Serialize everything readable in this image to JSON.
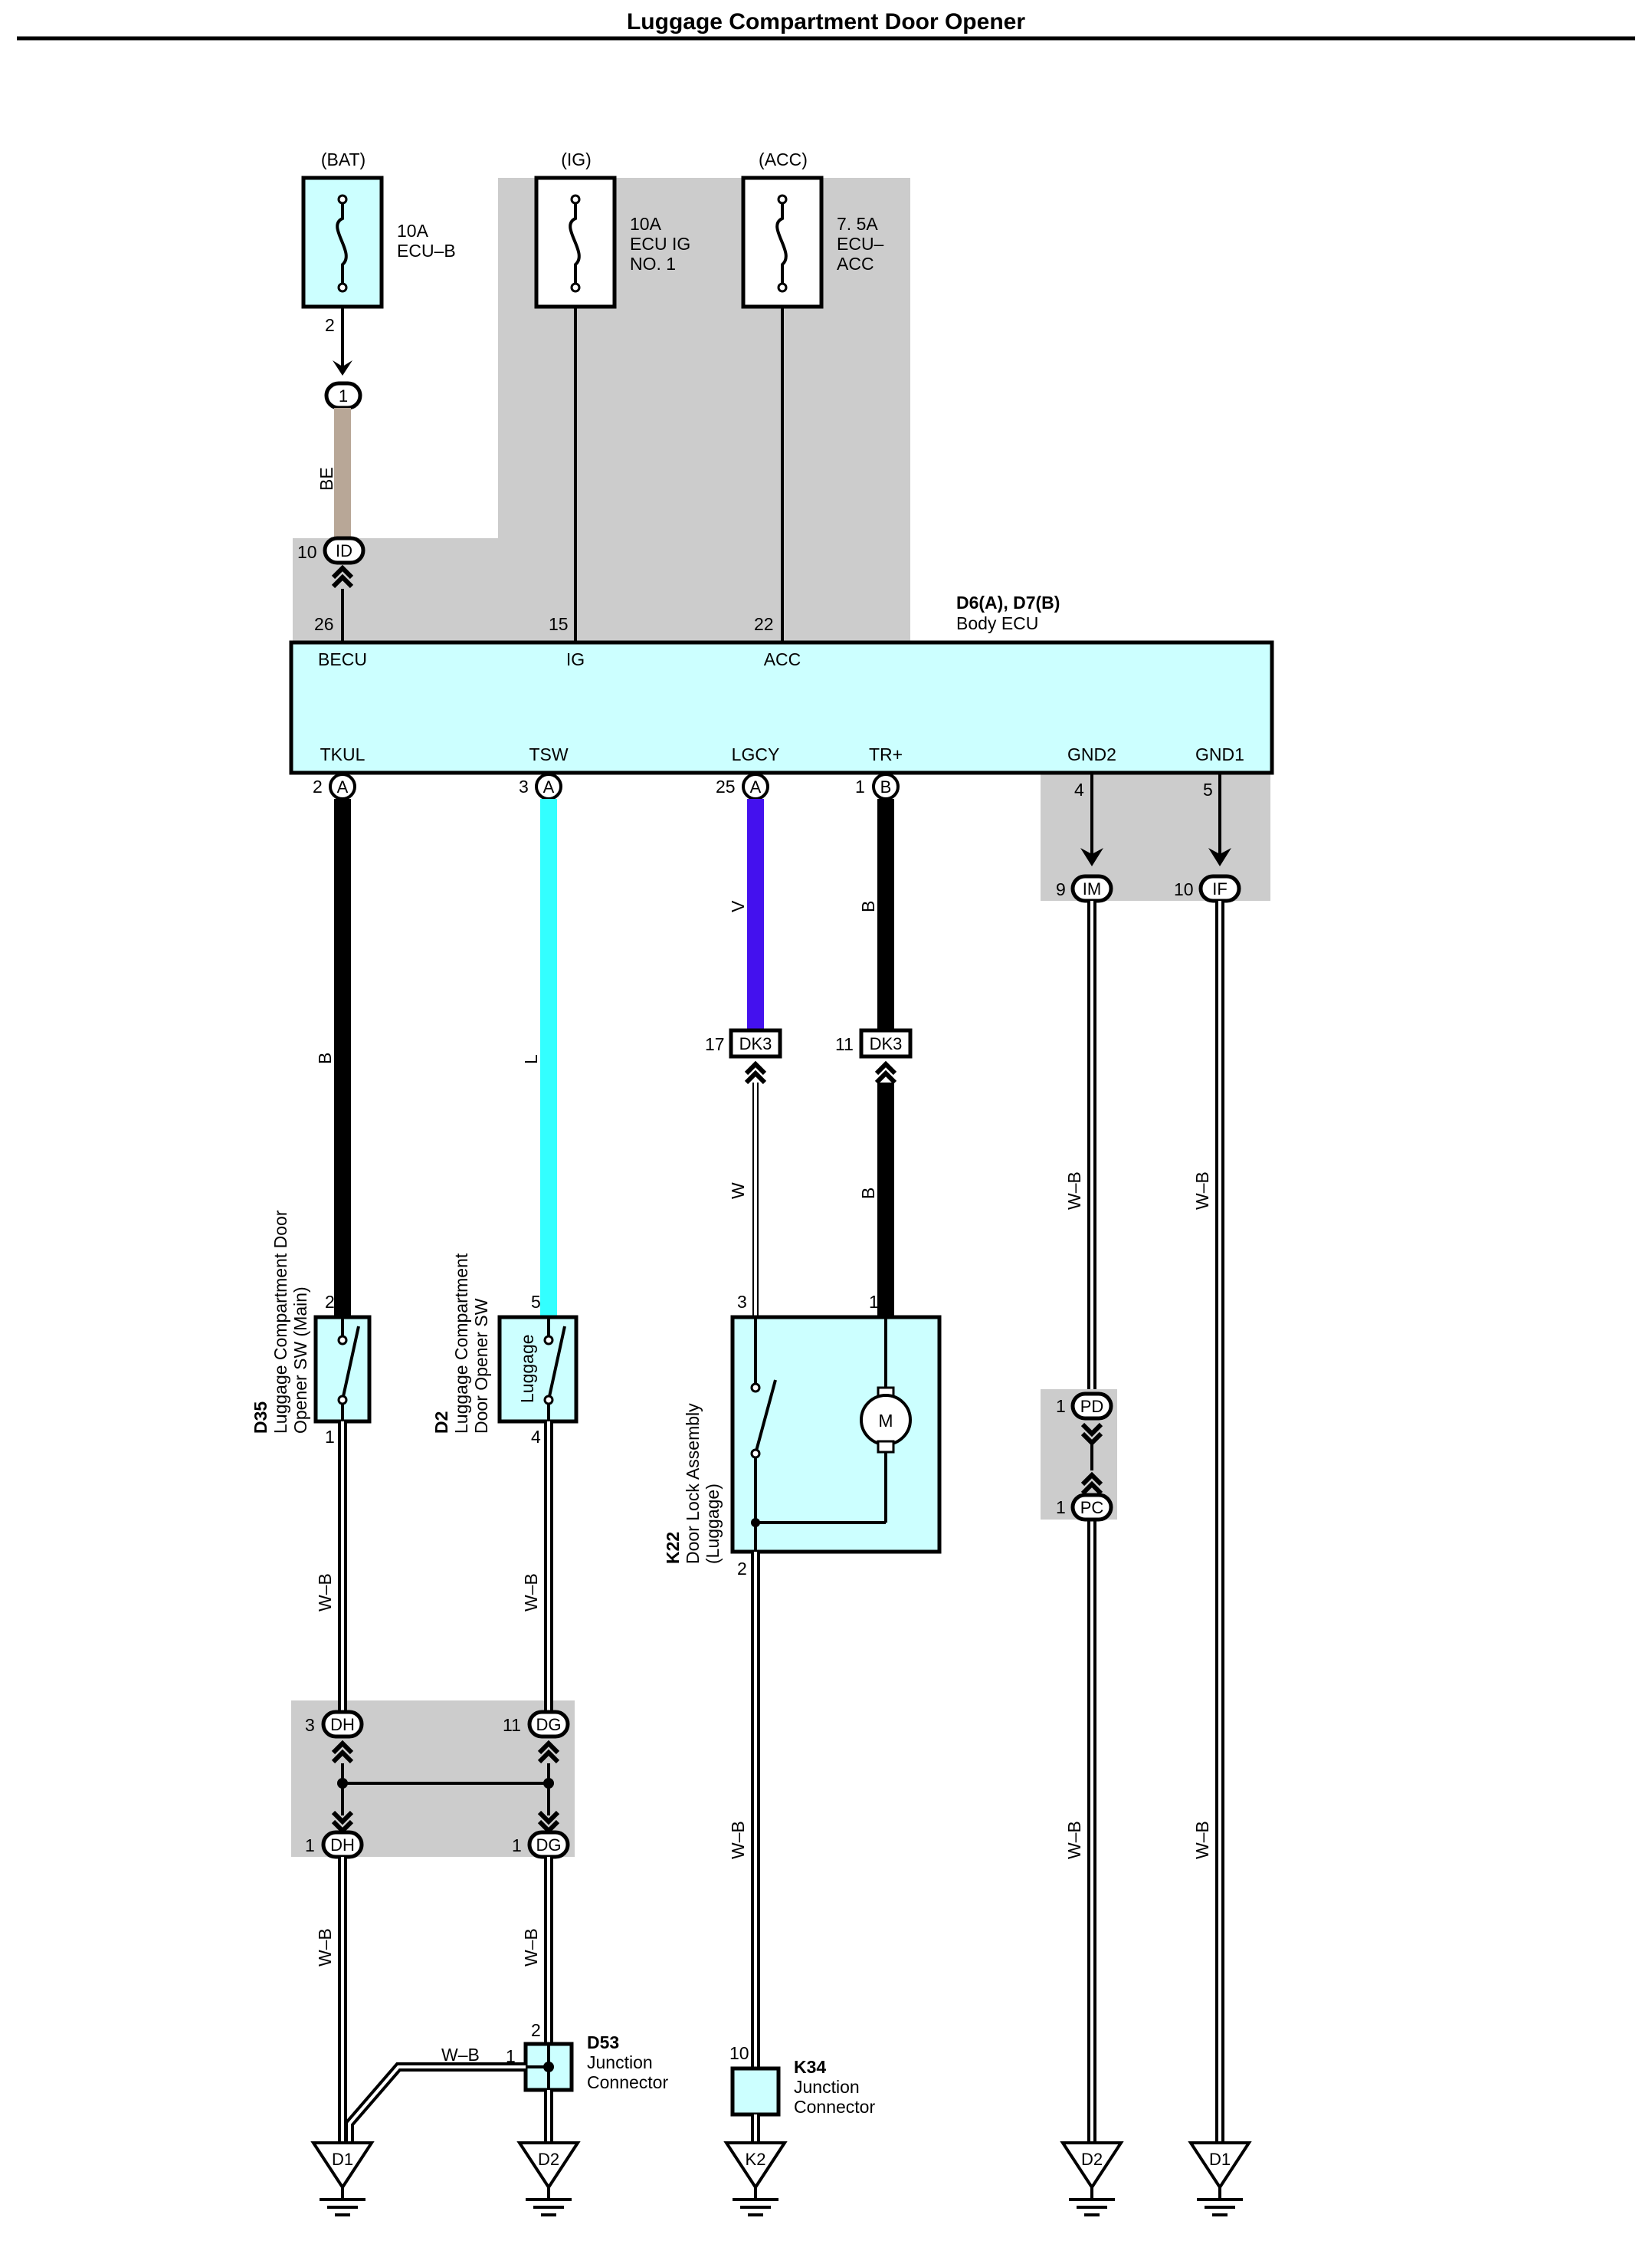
{
  "title": "Luggage Compartment Door Opener",
  "colors": {
    "shade": "#cccccc",
    "cyan_fill": "#ccffff",
    "wire_be": "#b8a797",
    "wire_l": "#33ffff",
    "wire_v": "#4411ee",
    "wire_b": "#000000"
  },
  "fuses": [
    {
      "source": "(BAT)",
      "lines": [
        "10A",
        "ECU–B"
      ],
      "pin": "2"
    },
    {
      "source": "(IG)",
      "lines": [
        "10A",
        "ECU IG",
        "NO. 1"
      ]
    },
    {
      "source": "(ACC)",
      "lines": [
        "7. 5A",
        "ECU–",
        "ACC"
      ]
    }
  ],
  "body_ecu": {
    "code": "D6(A), D7(B)",
    "name": "Body ECU",
    "top_pins": [
      {
        "num": "26",
        "label": "BECU"
      },
      {
        "num": "15",
        "label": "IG"
      },
      {
        "num": "22",
        "label": "ACC"
      }
    ],
    "bottom_pins": [
      {
        "num": "2",
        "conn": "A",
        "label": "TKUL"
      },
      {
        "num": "3",
        "conn": "A",
        "label": "TSW"
      },
      {
        "num": "25",
        "conn": "A",
        "label": "LGCY"
      },
      {
        "num": "1",
        "conn": "B",
        "label": "TR+"
      },
      {
        "num": "4",
        "label": "GND2"
      },
      {
        "num": "5",
        "label": "GND1"
      }
    ]
  },
  "connectors": {
    "c1": {
      "num": "",
      "id": "1"
    },
    "id": {
      "num": "10",
      "id": "ID"
    },
    "im": {
      "num": "9",
      "id": "IM"
    },
    "if": {
      "num": "10",
      "id": "IF"
    },
    "dk3a": {
      "num": "17",
      "id": "DK3"
    },
    "dk3b": {
      "num": "11",
      "id": "DK3"
    },
    "pd": {
      "num": "1",
      "id": "PD"
    },
    "pc": {
      "num": "1",
      "id": "PC"
    },
    "dh3": {
      "num": "3",
      "id": "DH"
    },
    "dg11": {
      "num": "11",
      "id": "DG"
    },
    "dh1": {
      "num": "1",
      "id": "DH"
    },
    "dg1": {
      "num": "1",
      "id": "DG"
    }
  },
  "wires": {
    "be": "BE",
    "b": "B",
    "l": "L",
    "v": "V",
    "w": "W",
    "wb": "W–B"
  },
  "components": {
    "d35": {
      "code": "D35",
      "name1": "Luggage Compartment Door",
      "name2": "Opener SW (Main)",
      "pin_top": "2",
      "pin_bottom": "1"
    },
    "d2": {
      "code": "D2",
      "name1": "Luggage Compartment",
      "name2": "Door Opener SW",
      "inner": "Luggage",
      "pin_top": "5",
      "pin_bottom": "4"
    },
    "k22": {
      "code": "K22",
      "name1": "Door Lock Assembly",
      "name2": "(Luggage)",
      "motor": "M",
      "pin_3": "3",
      "pin_1": "1",
      "pin_2": "2"
    },
    "d53": {
      "code": "D53",
      "name1": "Junction",
      "name2": "Connector",
      "pin_2": "2",
      "pin_1": "1"
    },
    "k34": {
      "code": "K34",
      "name1": "Junction",
      "name2": "Connector",
      "pin": "10"
    }
  },
  "grounds": [
    "D1",
    "D2",
    "K2",
    "D2",
    "D1"
  ]
}
